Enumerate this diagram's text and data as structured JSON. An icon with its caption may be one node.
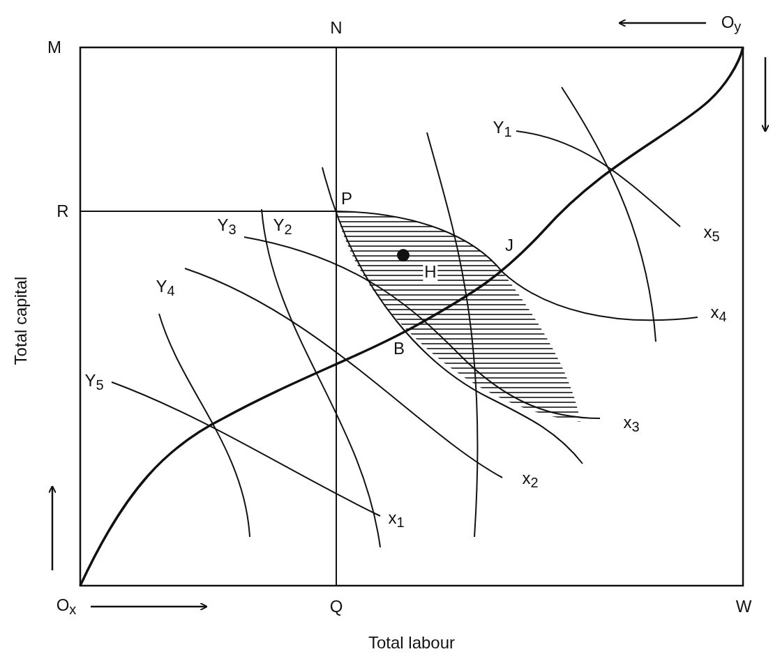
{
  "diagram": {
    "labels": [
      "M",
      "N",
      "O$_{y}$",
      "Y$_{1}$",
      "R",
      "P",
      "Y$_{3}$",
      "Y$_{2}$",
      "x$_{5}$",
      "J",
      "H",
      "Y$_{4}$",
      "x$_{4}$",
      "Total capital",
      "B",
      "Y$_{5}$",
      "x$_{3}$",
      "x$_{2}$",
      "x$_{1}$",
      "O$_{x}$",
      "Q",
      "W",
      "Total labour"
    ]
  }
}
